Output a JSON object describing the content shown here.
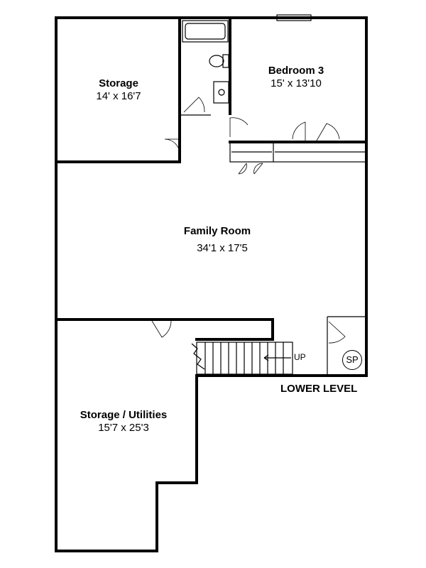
{
  "rooms": {
    "storage": {
      "name": "Storage",
      "dims": "14' x 16'7"
    },
    "bedroom3": {
      "name": "Bedroom 3",
      "dims": "15' x 13'10"
    },
    "family_room": {
      "name": "Family Room",
      "dims": "34'1 x 17'5"
    },
    "storage_utilities": {
      "name": "Storage / Utilities",
      "dims": "15'7 x 25'3"
    }
  },
  "stairs": {
    "direction_label": "UP"
  },
  "sump_pump": {
    "label": "SP"
  },
  "level_label": "LOWER LEVEL"
}
